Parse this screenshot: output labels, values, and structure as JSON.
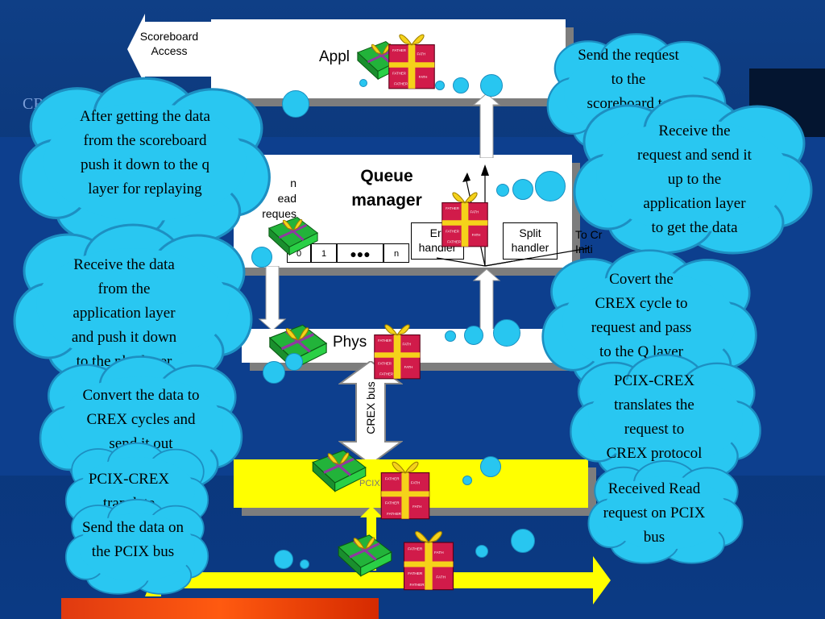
{
  "diagram": {
    "scoreboard_access": "Scoreboard\nAccess",
    "app_layer_label": "Appl        ic",
    "queue_manager": "Queue\nmanager",
    "left_box_text": "n\nead\nreques\nmart",
    "error_handler": "Err\nhandler",
    "split_handler": "Split\nhandler",
    "right_text": "To Cr\nIniti",
    "queue_cells": [
      "0",
      "1",
      "●●●",
      "n"
    ],
    "phys_label": "Phys",
    "crex_bus": "CREX bus",
    "pcix_label": "PCIX",
    "top_left_text": "CR"
  },
  "clouds": [
    {
      "id": "c1",
      "text": "Send the request\nto the\nscoreboard to\nget the data"
    },
    {
      "id": "c2",
      "text": "After getting the data\nfrom the scoreboard\npush it down to the q\nlayer for replaying"
    },
    {
      "id": "c3",
      "text": "Receive the\nrequest and send it\nup to the\napplication layer\nto get the data"
    },
    {
      "id": "c4",
      "text": "Receive the data\nfrom the\napplication layer\nand push it down\nto the phy layer"
    },
    {
      "id": "c5",
      "text": "Covert the\nCREX cycle to\nrequest and pass\nto the Q layer"
    },
    {
      "id": "c6",
      "text": "Convert the data to\nCREX cycles and\nsend it out"
    },
    {
      "id": "c7",
      "text": "PCIX-CREX\ntranslates the\nrequest to\nCREX protocol"
    },
    {
      "id": "c8",
      "text": "PCIX-CREX\ntranslate"
    },
    {
      "id": "c9",
      "text": "Received Read\nrequest on PCIX\nbus"
    },
    {
      "id": "c10",
      "text": "Send the data on\nthe PCIX bus"
    }
  ],
  "colors": {
    "background": "#0b3a84",
    "cloud_fill": "#29c7f1",
    "cloud_stroke": "#1d8fc2",
    "gift_red": "#d11b4a",
    "gift_green": "#22b33a",
    "ribbon": "#f5d21a",
    "pcix_yellow": "#ffff00",
    "bottom_bar": "#e03a10"
  }
}
